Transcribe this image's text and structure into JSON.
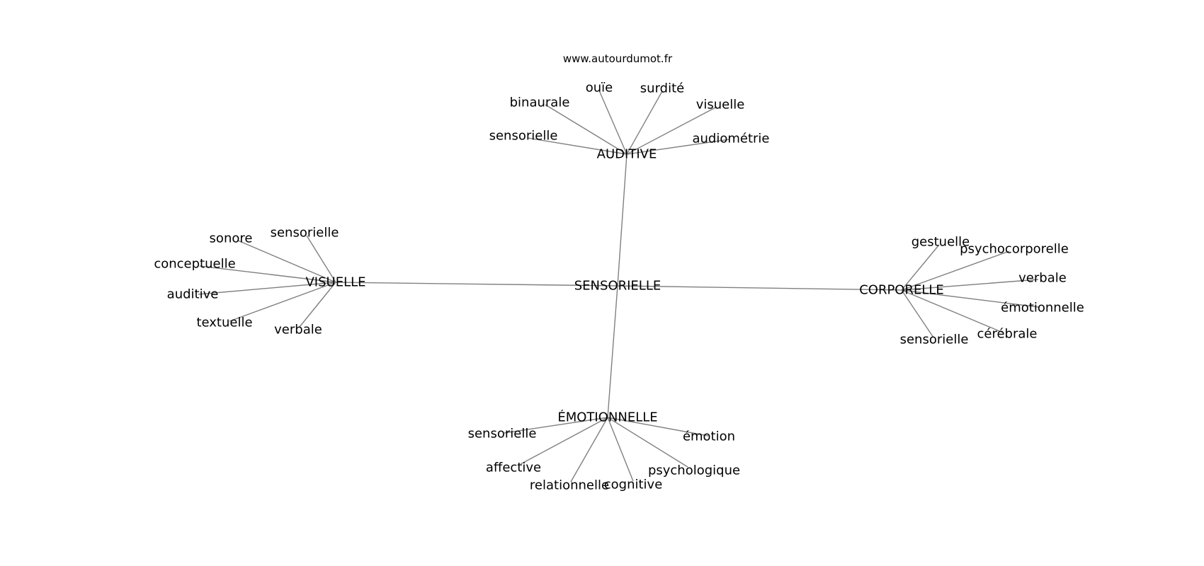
{
  "watermark": "www.autourdumot.fr",
  "graph": {
    "center": {
      "id": "c",
      "label": "SENSORIELLE"
    },
    "hubs": [
      {
        "id": "h-auditive",
        "label": "AUDITIVE",
        "leaves": [
          "sensorielle",
          "binaurale",
          "ouïe",
          "surdité",
          "visuelle",
          "audiométrie"
        ]
      },
      {
        "id": "h-visuelle",
        "label": "VISUELLE",
        "leaves": [
          "sonore",
          "sensorielle",
          "conceptuelle",
          "auditive",
          "textuelle",
          "verbale"
        ]
      },
      {
        "id": "h-corporelle",
        "label": "CORPORELLE",
        "leaves": [
          "gestuelle",
          "psychocorporelle",
          "verbale",
          "émotionnelle",
          "cérébrale",
          "sensorielle"
        ]
      },
      {
        "id": "h-emotionnelle",
        "label": "ÉMOTIONNELLE",
        "leaves": [
          "sensorielle",
          "affective",
          "relationnelle",
          "cognitive",
          "psychologique",
          "émotion"
        ]
      }
    ]
  },
  "colors": {
    "edge": "#808080",
    "text": "#000000",
    "background": "#ffffff"
  }
}
